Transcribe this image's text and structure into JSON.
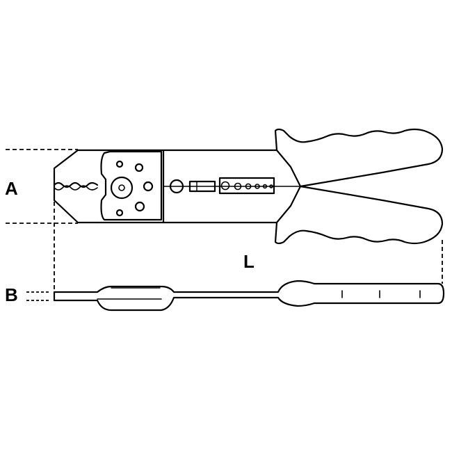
{
  "labels": {
    "A": "A",
    "L": "L",
    "B": "B"
  },
  "colors": {
    "line": "#000000",
    "background": "#ffffff"
  }
}
